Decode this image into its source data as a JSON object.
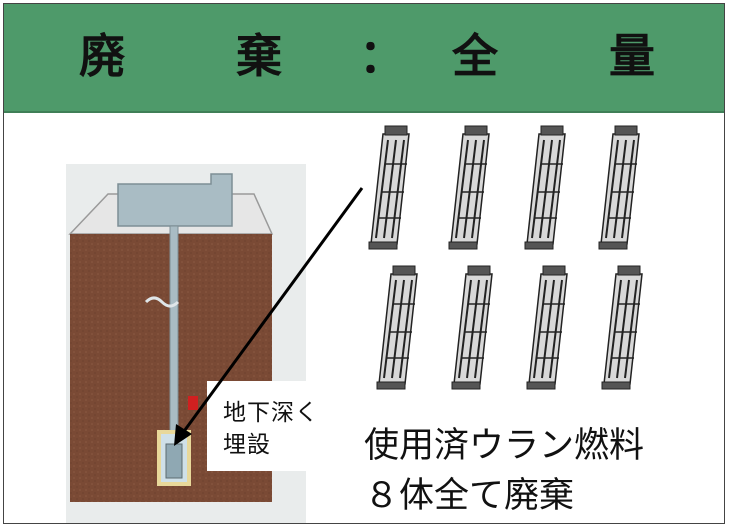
{
  "header": {
    "title_chars": [
      "廃",
      "棄",
      "：",
      "全",
      "量"
    ],
    "background_color": "#4e9a6a"
  },
  "repository": {
    "label_line1": "地下深く",
    "label_line2": "埋設",
    "soil_color": "#7a4a35",
    "facility_color": "#a9bcc4"
  },
  "fuel": {
    "assembly_count": 8,
    "caption_line1": "使用済ウラン燃料",
    "caption_line2": "８体全て廃棄"
  }
}
